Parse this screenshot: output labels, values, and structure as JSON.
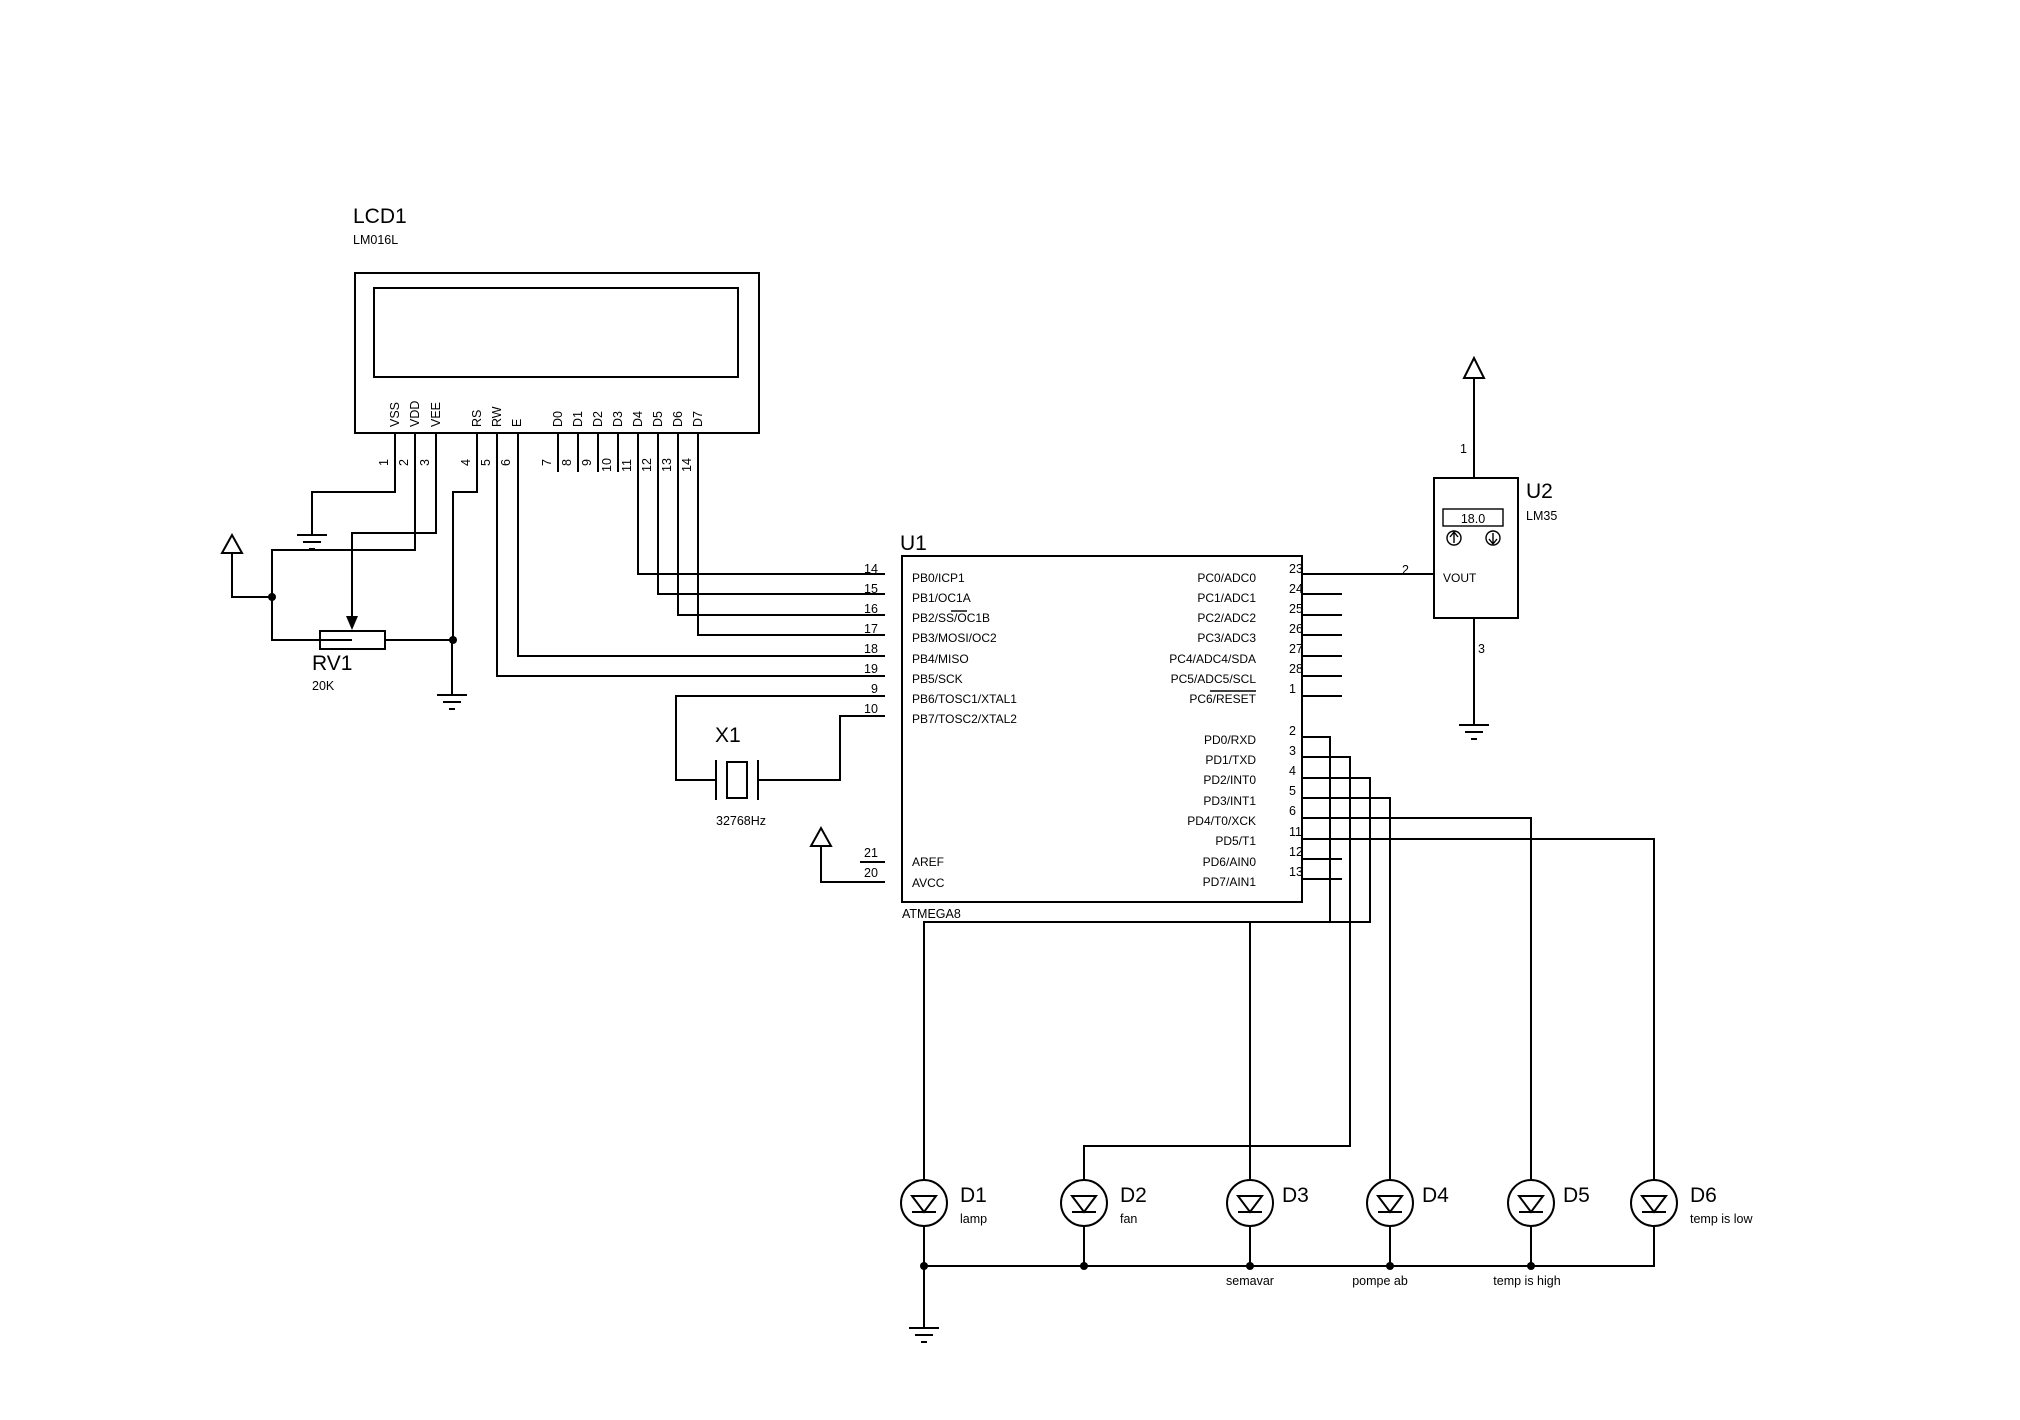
{
  "lcd": {
    "ref": "LCD1",
    "value": "LM016L",
    "pins": [
      {
        "name": "VSS",
        "num": "1"
      },
      {
        "name": "VDD",
        "num": "2"
      },
      {
        "name": "VEE",
        "num": "3"
      },
      {
        "name": "RS",
        "num": "4"
      },
      {
        "name": "RW",
        "num": "5"
      },
      {
        "name": "E",
        "num": "6"
      },
      {
        "name": "D0",
        "num": "7"
      },
      {
        "name": "D1",
        "num": "8"
      },
      {
        "name": "D2",
        "num": "9"
      },
      {
        "name": "D3",
        "num": "10"
      },
      {
        "name": "D4",
        "num": "11"
      },
      {
        "name": "D5",
        "num": "12"
      },
      {
        "name": "D6",
        "num": "13"
      },
      {
        "name": "D7",
        "num": "14"
      }
    ]
  },
  "rv1": {
    "ref": "RV1",
    "value": "20K"
  },
  "x1": {
    "ref": "X1",
    "value": "32768Hz"
  },
  "u1": {
    "ref": "U1",
    "value": "ATMEGA8",
    "left_pins": [
      {
        "name": "PB0/ICP1",
        "num": "14"
      },
      {
        "name": "PB1/OC1A",
        "num": "15"
      },
      {
        "name": "PB2/SS/OC1B",
        "num": "16"
      },
      {
        "name": "PB3/MOSI/OC2",
        "num": "17"
      },
      {
        "name": "PB4/MISO",
        "num": "18"
      },
      {
        "name": "PB5/SCK",
        "num": "19"
      },
      {
        "name": "PB6/TOSC1/XTAL1",
        "num": "9"
      },
      {
        "name": "PB7/TOSC2/XTAL2",
        "num": "10"
      }
    ],
    "left_power_pins": [
      {
        "name": "AREF",
        "num": "21"
      },
      {
        "name": "AVCC",
        "num": "20"
      }
    ],
    "right_c_pins": [
      {
        "name": "PC0/ADC0",
        "num": "23"
      },
      {
        "name": "PC1/ADC1",
        "num": "24"
      },
      {
        "name": "PC2/ADC2",
        "num": "25"
      },
      {
        "name": "PC3/ADC3",
        "num": "26"
      },
      {
        "name": "PC4/ADC4/SDA",
        "num": "27"
      },
      {
        "name": "PC5/ADC5/SCL",
        "num": "28"
      },
      {
        "name": "PC6/RESET",
        "num": "1"
      }
    ],
    "right_d_pins": [
      {
        "name": "PD0/RXD",
        "num": "2"
      },
      {
        "name": "PD1/TXD",
        "num": "3"
      },
      {
        "name": "PD2/INT0",
        "num": "4"
      },
      {
        "name": "PD3/INT1",
        "num": "5"
      },
      {
        "name": "PD4/T0/XCK",
        "num": "6"
      },
      {
        "name": "PD5/T1",
        "num": "11"
      },
      {
        "name": "PD6/AIN0",
        "num": "12"
      },
      {
        "name": "PD7/AIN1",
        "num": "13"
      }
    ]
  },
  "u2": {
    "ref": "U2",
    "value": "LM35",
    "display": "18.0",
    "pin_vout": "VOUT",
    "pin1_num": "1",
    "pin2_num": "2",
    "pin3_num": "3"
  },
  "diodes": [
    {
      "ref": "D1",
      "label": "lamp",
      "net_label": ""
    },
    {
      "ref": "D2",
      "label": "fan",
      "net_label": ""
    },
    {
      "ref": "D3",
      "label": "",
      "net_label": "semavar"
    },
    {
      "ref": "D4",
      "label": "",
      "net_label": "pompe ab"
    },
    {
      "ref": "D5",
      "label": "",
      "net_label": "temp is high"
    },
    {
      "ref": "D6",
      "label": "temp is low",
      "net_label": ""
    }
  ]
}
